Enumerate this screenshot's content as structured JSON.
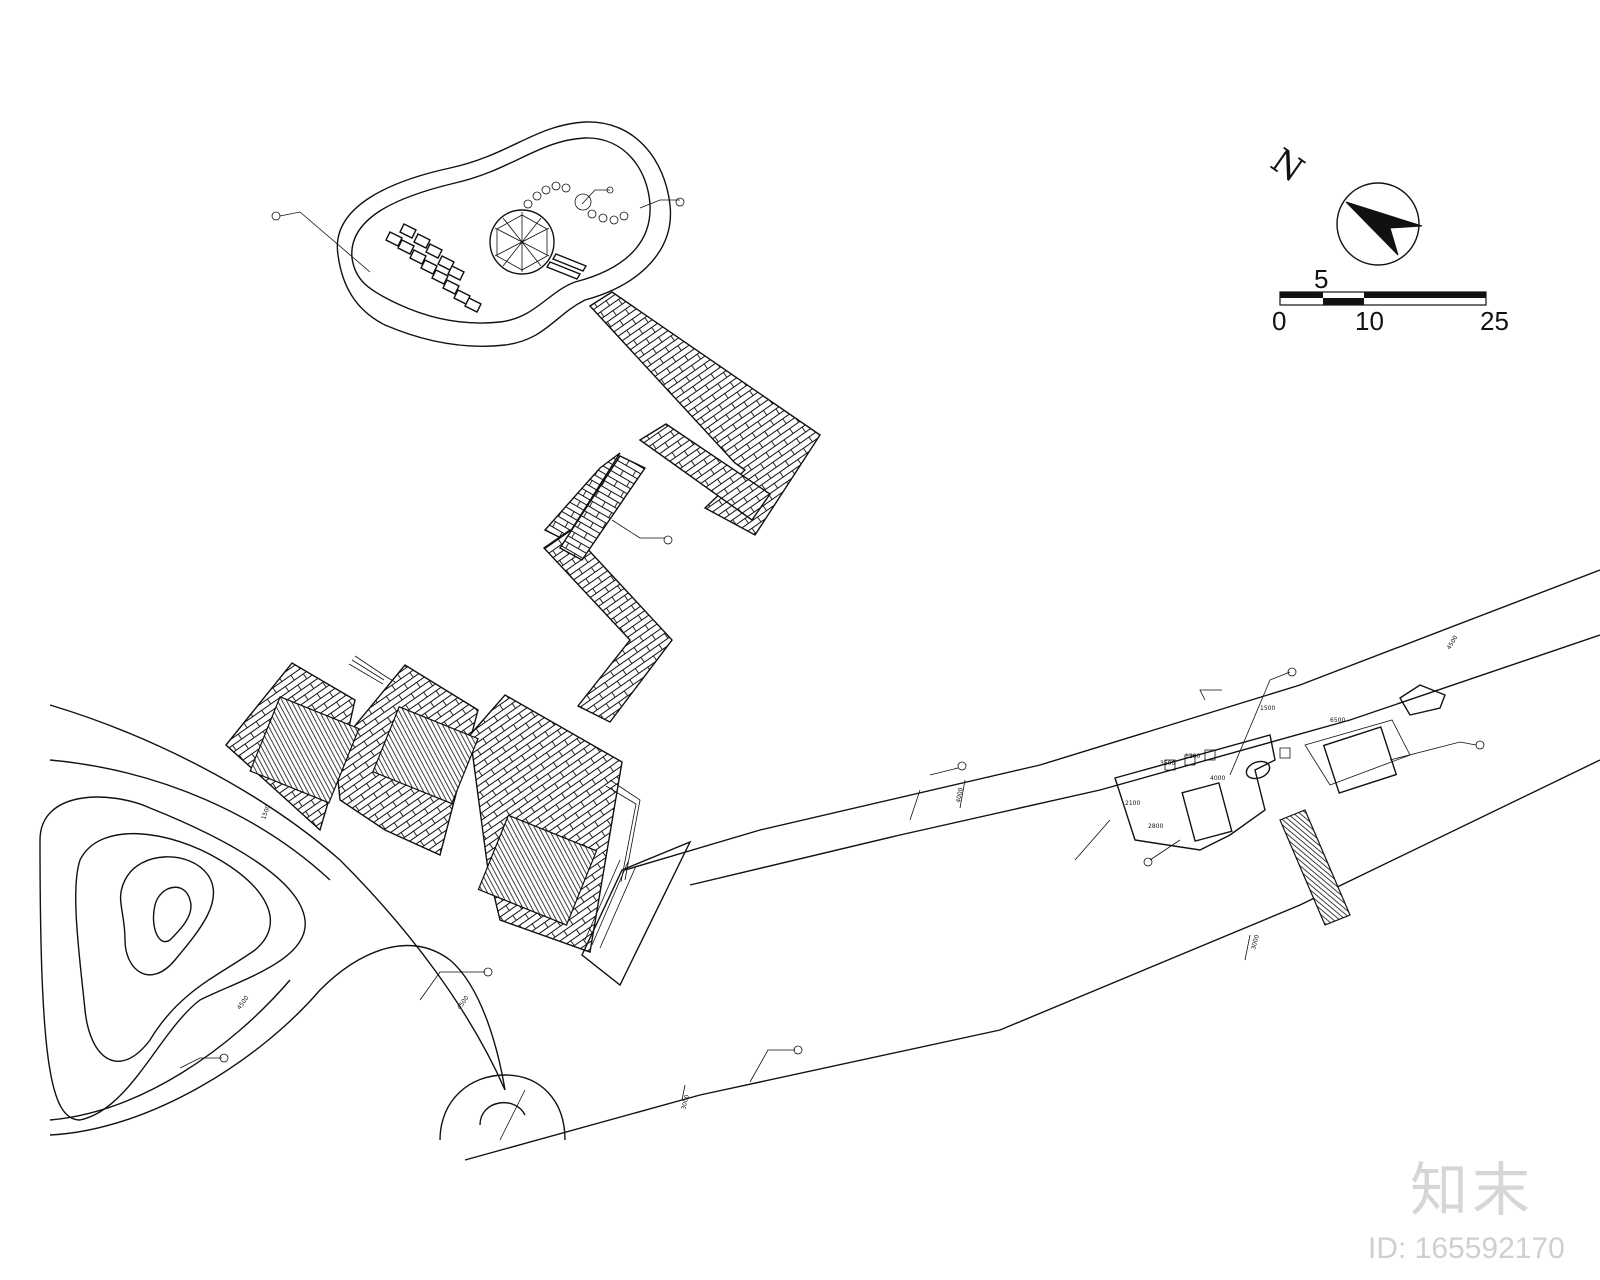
{
  "scale_bar": {
    "top_label": "5",
    "bottom_labels": [
      "0",
      "10",
      "25"
    ]
  },
  "north_arrow": {
    "label": "N"
  },
  "dimensions": [
    "4500",
    "6500",
    "1500",
    "1200",
    "3500",
    "4000",
    "2100",
    "2800",
    "4000",
    "3000",
    "3000",
    "4500",
    "1500",
    "4500"
  ],
  "watermark": {
    "logo": "知末",
    "id_text": "ID: 165592170"
  }
}
